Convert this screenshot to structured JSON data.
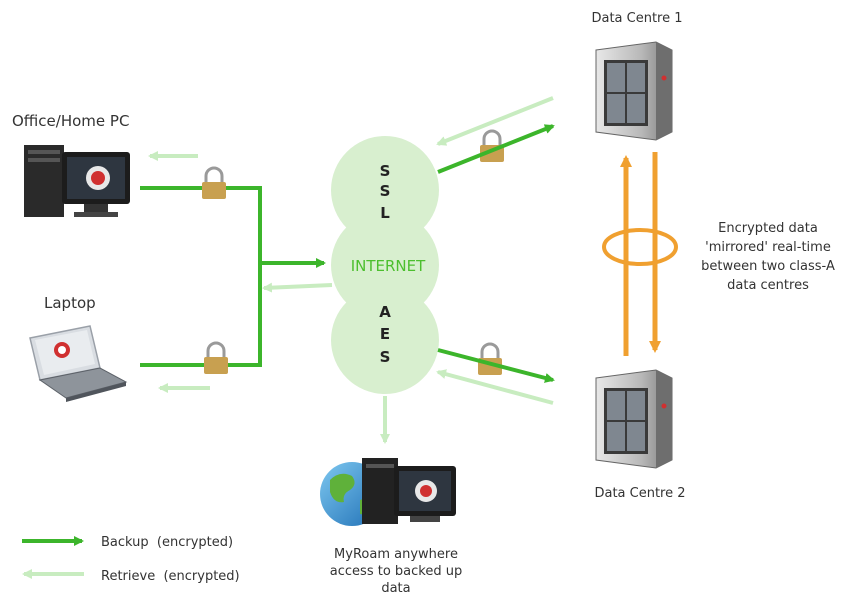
{
  "nodes": {
    "office_pc": {
      "label": "Office/Home PC"
    },
    "laptop": {
      "label": "Laptop"
    },
    "data_centre_1": {
      "label": "Data Centre 1"
    },
    "data_centre_2": {
      "label": "Data Centre 2"
    },
    "myroam": {
      "label_lines": [
        "MyRoam anywhere",
        "access to backed up",
        "data"
      ]
    }
  },
  "cloud": {
    "ssl": [
      "S",
      "S",
      "L"
    ],
    "internet": "INTERNET",
    "aes": [
      "A",
      "E",
      "S"
    ]
  },
  "mirror_note": {
    "lines": [
      "Encrypted data",
      "'mirrored' real-time",
      "between two class-A",
      "data centres"
    ]
  },
  "legend": {
    "backup": "Backup  (encrypted)",
    "retrieve": "Retrieve  (encrypted)"
  },
  "colors": {
    "backup": "#3cb52b",
    "retrieve": "#c8ecc0",
    "cloud": "#d8efcf",
    "mirror": "#f0a030",
    "lock": "#c8a050"
  }
}
